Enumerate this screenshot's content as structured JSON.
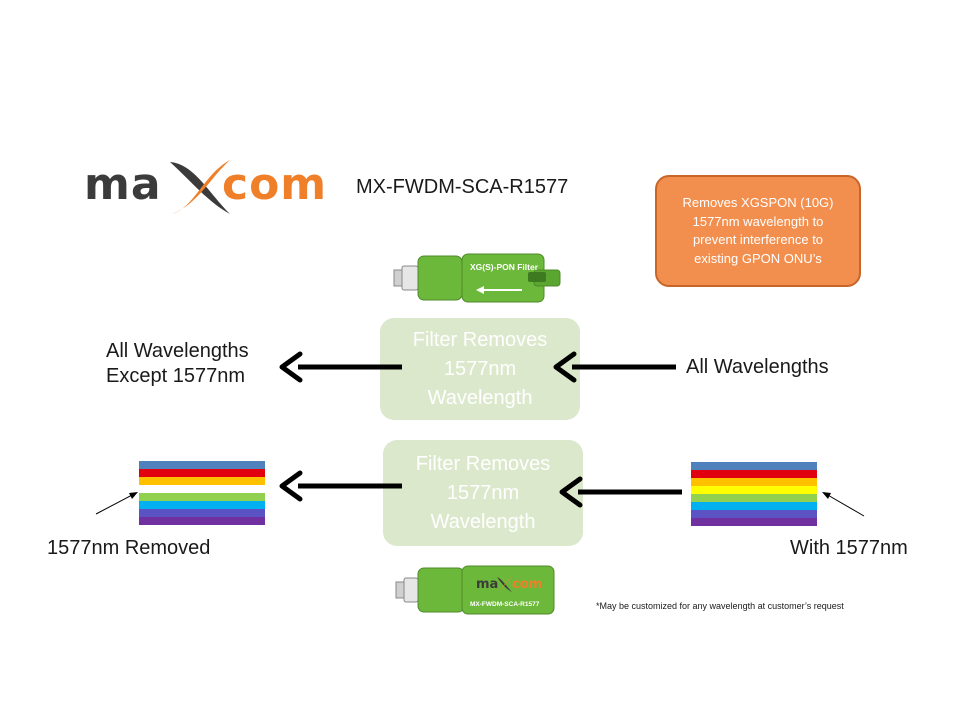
{
  "logo": {
    "left_text": "ma",
    "right_text": "com",
    "colors": {
      "dark": "#3b3b3b",
      "orange": "#f07f2a"
    }
  },
  "model_number": "MX-FWDM-SCA-R1577",
  "note_box": {
    "text": "Removes XGSPON (10G) 1577nm wavelength to prevent interference to existing GPON ONU’s",
    "color": "#f28f4f"
  },
  "device_top": {
    "label": "XG(S)-PON Filter",
    "color": "#6cb83a"
  },
  "device_bottom": {
    "logo_left": "ma",
    "logo_right": "com",
    "label": "MX-FWDM-SCA-R1577",
    "color": "#6cb83a"
  },
  "filter_box_top": {
    "lines": [
      "Filter Removes",
      "1577nm",
      "Wavelength"
    ]
  },
  "filter_box_bottom": {
    "lines": [
      "Filter Removes",
      "1577nm",
      "Wavelength"
    ]
  },
  "labels": {
    "left_top": [
      "All Wavelengths",
      "Except 1577nm"
    ],
    "right_top": "All Wavelengths",
    "left_bottom": "1577nm Removed",
    "right_bottom": "With 1577nm"
  },
  "footnote": "*May be customized for any wavelength at customer’s request",
  "stripes_left": [
    "#4f81bd",
    "#e0000f",
    "#ffc000",
    "#ffffff",
    "#92d050",
    "#00b0f0",
    "#5b52c4",
    "#7030a0"
  ],
  "stripes_right": [
    "#4f81bd",
    "#e0000f",
    "#ffc000",
    "#ffff00",
    "#92d050",
    "#00b0f0",
    "#5b52c4",
    "#7030a0"
  ]
}
